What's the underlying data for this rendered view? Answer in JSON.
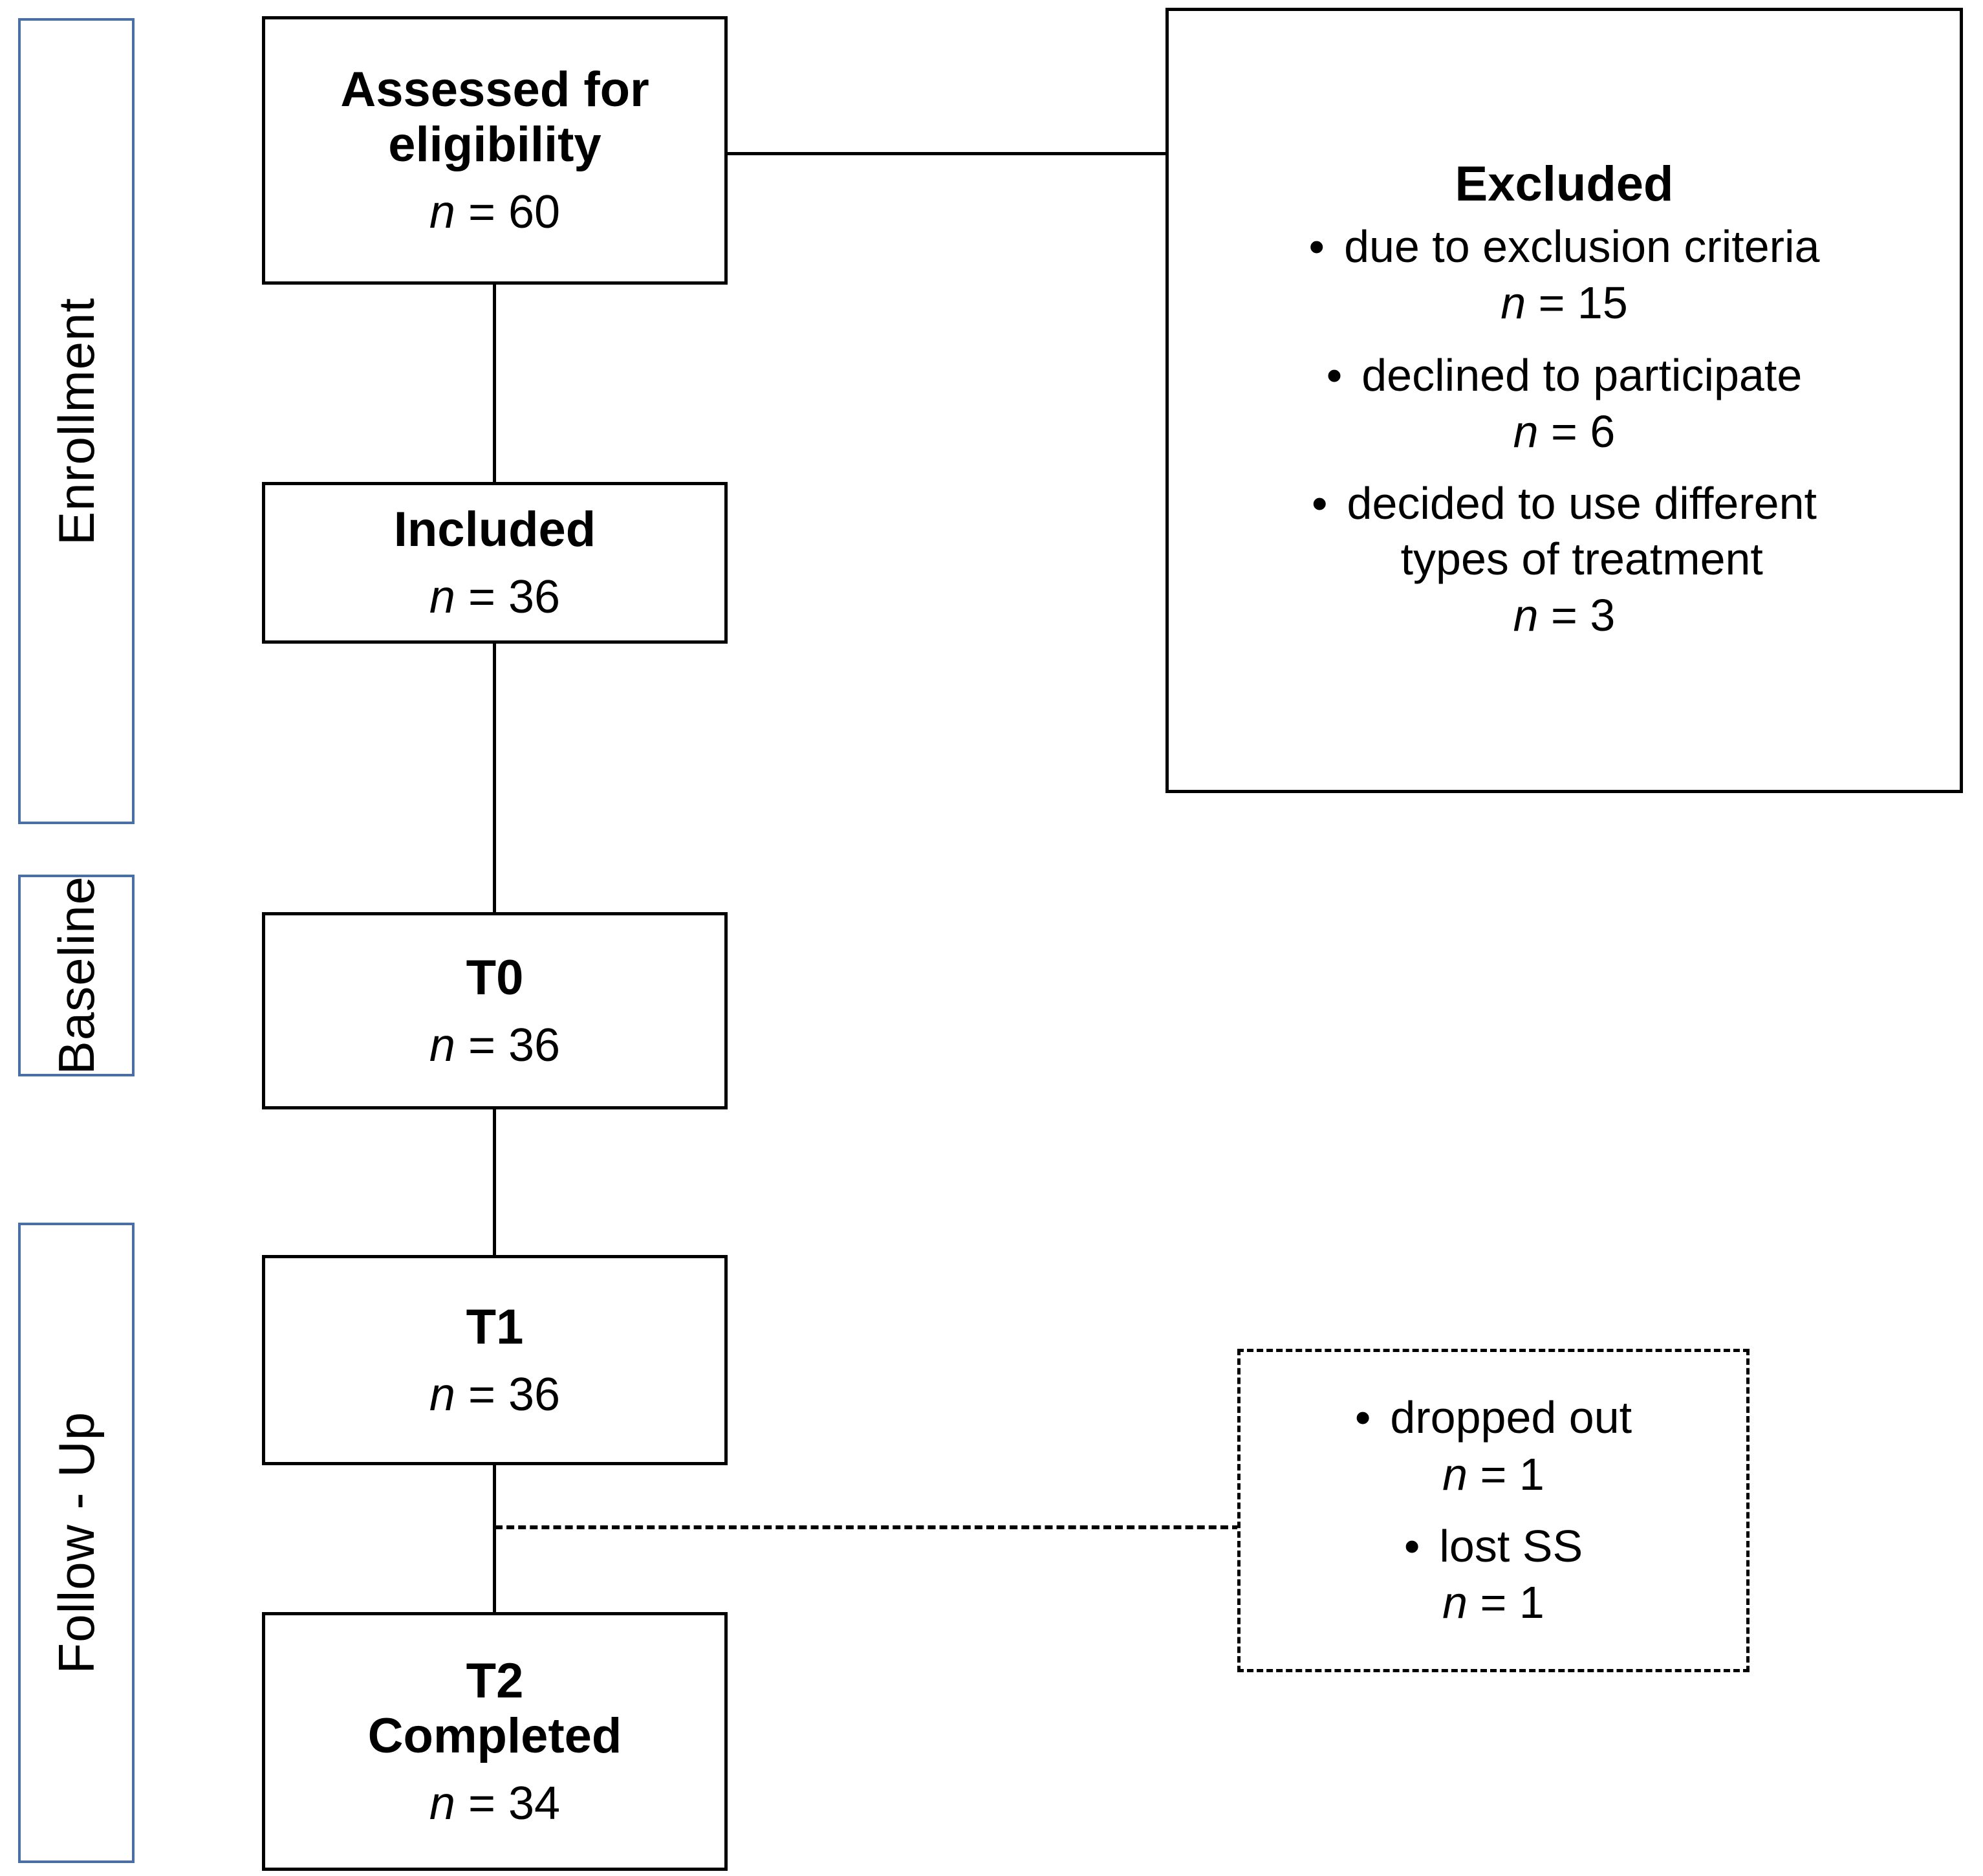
{
  "diagram": {
    "title": "CONSORT participant flow diagram",
    "accent_color": "#4a6fa5",
    "line_color": "#000000",
    "background": "#ffffff"
  },
  "stages": [
    {
      "id": "enrollment",
      "label": "Enrollment"
    },
    {
      "id": "baseline",
      "label": "Baseline"
    },
    {
      "id": "follow-up",
      "label": "Follow - Up"
    }
  ],
  "flow": [
    {
      "id": "assessed",
      "title": "Assessed for\neligibility",
      "n_label": "n",
      "n_equals": " = ",
      "n_value": "60"
    },
    {
      "id": "included",
      "title": "Included",
      "n_label": "n",
      "n_equals": " = ",
      "n_value": "36"
    },
    {
      "id": "t0",
      "title": "T0",
      "n_label": "n",
      "n_equals": " = ",
      "n_value": "36"
    },
    {
      "id": "t1",
      "title": "T1",
      "n_label": "n",
      "n_equals": " = ",
      "n_value": "36"
    },
    {
      "id": "t2",
      "title": "T2\nCompleted",
      "n_label": "n",
      "n_equals": " = ",
      "n_value": "34"
    }
  ],
  "excluded": {
    "heading": "Excluded",
    "bullet": "•",
    "items": [
      {
        "text": "due to exclusion criteria",
        "n_label": "n",
        "n_equals": " = ",
        "n_value": "15"
      },
      {
        "text": "declined to participate",
        "n_label": "n",
        "n_equals": " = ",
        "n_value": "6"
      },
      {
        "text": "decided to use different\ntypes of treatment",
        "n_label": "n",
        "n_equals": " = ",
        "n_value": "3"
      }
    ]
  },
  "dropout": {
    "bullet": "•",
    "items": [
      {
        "text": "dropped out",
        "n_label": "n",
        "n_equals": " = ",
        "n_value": "1"
      },
      {
        "text": "lost SS",
        "n_label": "n",
        "n_equals": " = ",
        "n_value": "1"
      }
    ]
  }
}
